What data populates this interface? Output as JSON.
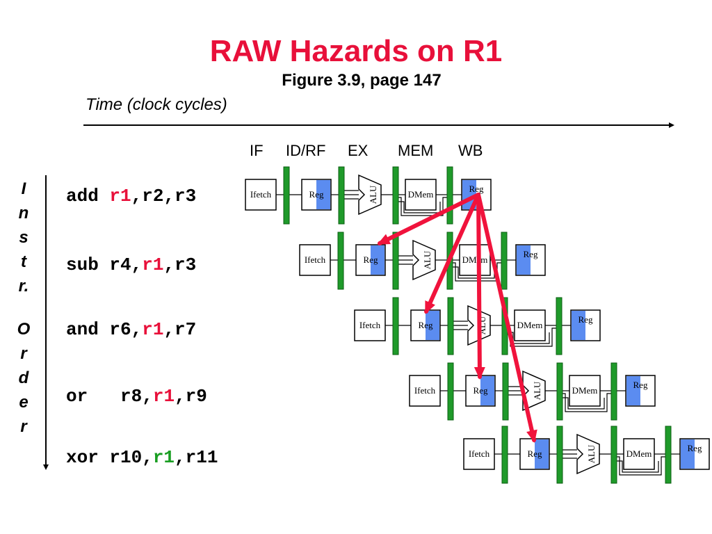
{
  "title": "RAW Hazards on R1",
  "subtitle": "Figure 3.9, page 147",
  "time_label": "Time (clock cycles)",
  "stage_labels": [
    "IF",
    "ID/RF",
    "EX",
    "MEM",
    "WB"
  ],
  "side_label_letters": [
    "I",
    "n",
    "s",
    "t",
    "r.",
    "O",
    "r",
    "d",
    "e",
    "r"
  ],
  "pipeline_labels": {
    "ifetch": "Ifetch",
    "reg": "Reg",
    "alu": "ALU",
    "dmem": "DMem"
  },
  "instructions": [
    {
      "op": "add",
      "pre": " ",
      "reg": "r1",
      "post": ",r2,r3"
    },
    {
      "op": "sub",
      "pre": " r4,",
      "reg": "r1",
      "post": ",r3"
    },
    {
      "op": "and",
      "pre": " r6,",
      "reg": "r1",
      "post": ",r7"
    },
    {
      "op": "or",
      "pre": "   r8,",
      "reg": "r1",
      "post": ",r9"
    },
    {
      "op": "xor",
      "pre": " r10,",
      "reg": "r1",
      "post": ",r11"
    }
  ],
  "colors": {
    "title": "#e8103a",
    "hazard_register": "#e8103a",
    "ok_register": "#1a9e22",
    "latch": "#1f9a2a",
    "reg_fill": "#5b8cf0",
    "arrow": "#f0133c"
  }
}
